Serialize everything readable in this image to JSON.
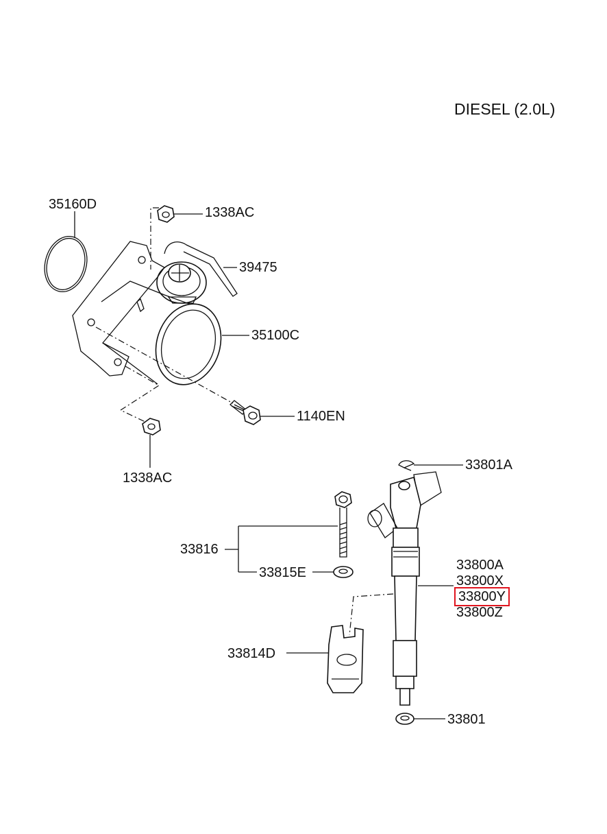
{
  "title": "DIESEL (2.0L)",
  "highlight_color": "#e0141e",
  "labels": {
    "p35160D": "35160D",
    "p1338AC_top": "1338AC",
    "p39475": "39475",
    "p35100C": "35100C",
    "p1140EN": "1140EN",
    "p1338AC_bottom": "1338AC",
    "p33801A": "33801A",
    "p33816": "33816",
    "p33815E": "33815E",
    "p33800A": "33800A",
    "p33800X": "33800X",
    "p33800Y": "33800Y",
    "p33800Z": "33800Z",
    "p33814D": "33814D",
    "p33801": "33801"
  },
  "highlighted_part": "33800Y"
}
